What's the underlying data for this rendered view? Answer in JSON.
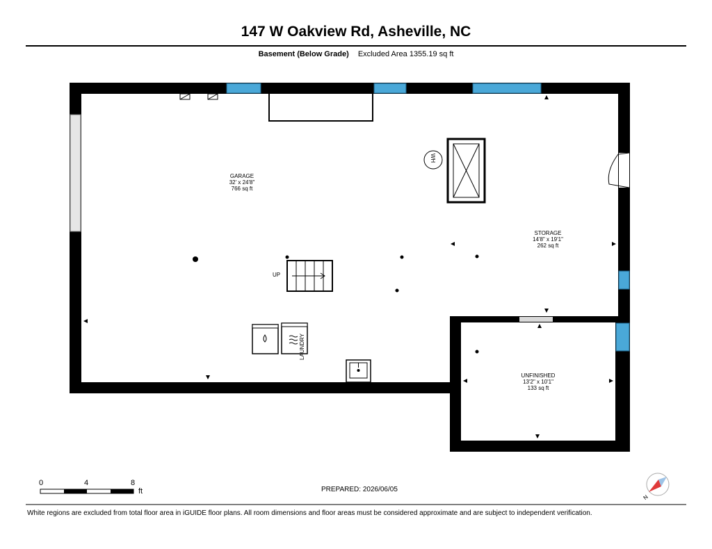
{
  "header": {
    "address": "147 W Oakview Rd, Asheville, NC",
    "level": "Basement (Below Grade)",
    "excluded_area": "Excluded Area 1355.19 sq ft"
  },
  "rooms": {
    "garage": {
      "name": "GARAGE",
      "dims": "32' x 24'8\"",
      "area": "766 sq ft"
    },
    "storage": {
      "name": "STORAGE",
      "dims": "14'8\" x 19'1\"",
      "area": "262 sq ft"
    },
    "unfinished": {
      "name": "UNFINISHED",
      "dims": "13'2\" x 10'1\"",
      "area": "133 sq ft"
    }
  },
  "fixtures": {
    "up": "UP",
    "laundry": "LAUNDRY",
    "water_heater": "WH"
  },
  "scale": {
    "ticks": [
      "0",
      "4",
      "8"
    ],
    "unit": "ft"
  },
  "prepared": "PREPARED: 2026/06/05",
  "disclaimer": "White regions are excluded from total floor area in iGUIDE floor plans. All room dimensions and floor areas must be considered approximate and are subject to independent verification.",
  "colors": {
    "wall": "#000000",
    "window": "#4aa8d8",
    "door": "#d9d9d9",
    "compass": "#e03a3a"
  },
  "icons": [
    "compass-icon",
    "washer-icon",
    "dryer-icon",
    "sink-icon",
    "stairs-icon"
  ]
}
